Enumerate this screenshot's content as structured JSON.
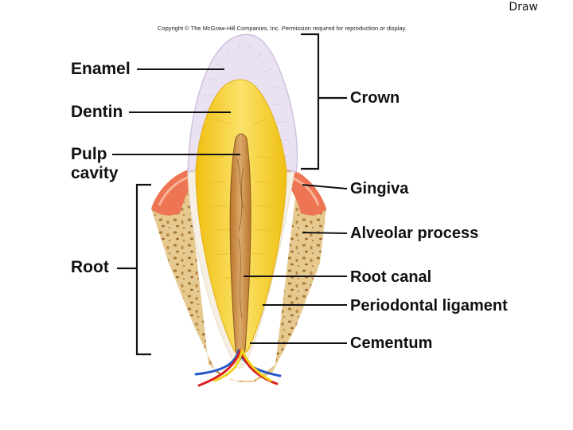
{
  "corner_tag": "Draw",
  "copyright": "Copyright © The McGraw-Hill Companies, Inc. Permission required for reproduction or display.",
  "labels": {
    "enamel": "Enamel",
    "dentin": "Dentin",
    "pulp_cavity": "Pulp\ncavity",
    "root": "Root",
    "crown": "Crown",
    "gingiva": "Gingiva",
    "alveolar_process": "Alveolar process",
    "root_canal": "Root canal",
    "periodontal_ligament": "Periodontal ligament",
    "cementum": "Cementum"
  },
  "colors": {
    "enamel": "#eae2f2",
    "dentin": "#f5cf1c",
    "pulp": "#c98c3c",
    "gingiva": "#ee7553",
    "bone": "#e6c98e",
    "ligament": "#f6f0e4",
    "artery": "#d8201c",
    "vein": "#2458c8",
    "nerve": "#f2d21a"
  }
}
